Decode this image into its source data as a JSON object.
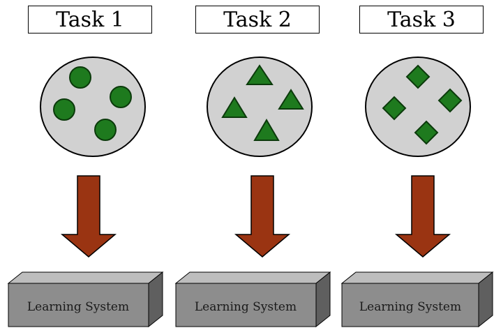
{
  "tasks": [
    {
      "title": "Task 1",
      "shape": "circle",
      "system_label": "Learning System"
    },
    {
      "title": "Task 2",
      "shape": "triangle",
      "system_label": "Learning System"
    },
    {
      "title": "Task 3",
      "shape": "diamond",
      "system_label": "Learning System"
    }
  ],
  "colors": {
    "pool_fill": "#d1d1d1",
    "pool_stroke": "#000000",
    "shape_fill": "#1e7a1e",
    "shape_stroke": "#0b3a0b",
    "arrow_fill": "#9a3412",
    "arrow_stroke": "#000000",
    "box_front": "#8d8d8d",
    "box_top": "#bdbdbd",
    "box_side": "#5f5f5f"
  }
}
